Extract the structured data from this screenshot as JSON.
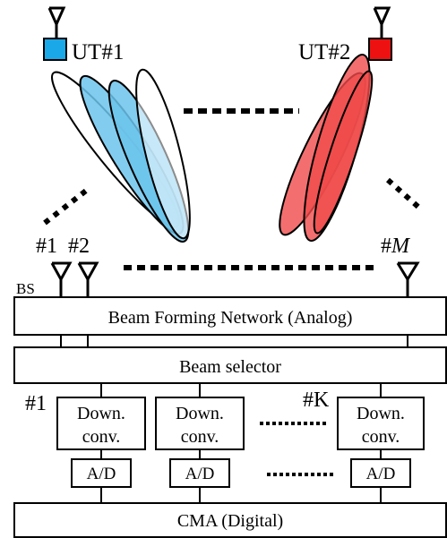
{
  "terminals": {
    "ut1": {
      "label": "UT#1",
      "color": "#1ba8e8"
    },
    "ut2": {
      "label": "UT#2",
      "color": "#ee1111"
    }
  },
  "beams": {
    "ut1_fill": "#6cc4ec",
    "ut2_fill": "#f04b4b"
  },
  "antennas": {
    "label_1": "#1",
    "label_2": "#2",
    "label_m_prefix": "#",
    "label_m": "M",
    "bs_label": "BS"
  },
  "blocks": {
    "bfn": "Beam Forming Network (Analog)",
    "selector": "Beam selector",
    "cma": "CMA (Digital)"
  },
  "chains": {
    "first_label": "#1",
    "last_label": "#K",
    "downconv_line1": "Down.",
    "downconv_line2": "conv.",
    "adc": "A/D"
  }
}
